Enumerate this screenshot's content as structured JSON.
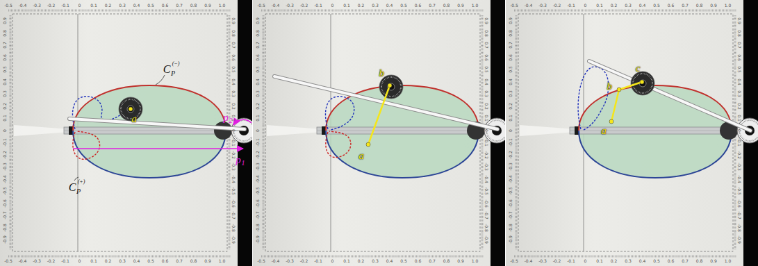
{
  "diagram": {
    "labels": [
      "-0.5",
      "-0.4",
      "-0.3",
      "-0.2",
      "-0.1",
      "0",
      "0.1",
      "0.2",
      "0.3",
      "0.4",
      "0.5",
      "0.6",
      "0.7",
      "0.8",
      "0.9",
      "1.0",
      "-0.5",
      "-0.4",
      "-0.3",
      "-0.2",
      "-0.1",
      "0",
      "0.1",
      "0.2",
      "0.3",
      "0.4",
      "0.5",
      "0.6",
      "0.7",
      "0.8",
      "0.9",
      "1.0",
      "0.9",
      "0.8",
      "0.7",
      "0.6",
      "0.5",
      "0.4",
      "0.3",
      "0.2",
      "0.1",
      "0",
      "-0.1",
      "-0.2",
      "-0.3",
      "-0.4",
      "-0.5",
      "-0.6",
      "-0.7",
      "-0.8",
      "-0.9",
      "0.9",
      "0.8",
      "0.7",
      "0.6",
      "0.5",
      "0.4",
      "0.3",
      "0.2",
      "0.1",
      "0",
      "-0.1",
      "-0.2",
      "-0.3",
      "-0.4",
      "-0.5",
      "-0.6",
      "-0.7",
      "-0.8",
      "-0.9",
      "C",
      "P",
      "(−)",
      "C",
      "P",
      "(+)",
      "p",
      "2",
      "p",
      "1",
      "a",
      "-0.5",
      "-0.4",
      "-0.3",
      "-0.2",
      "-0.1",
      "0",
      "0.1",
      "0.2",
      "0.3",
      "0.4",
      "0.5",
      "0.6",
      "0.7",
      "0.8",
      "0.9",
      "1.0",
      "-0.5",
      "-0.4",
      "-0.3",
      "-0.2",
      "-0.1",
      "0",
      "0.1",
      "0.2",
      "0.3",
      "0.4",
      "0.5",
      "0.6",
      "0.7",
      "0.8",
      "0.9",
      "1.0",
      "0.9",
      "0.8",
      "0.7",
      "0.6",
      "0.5",
      "0.4",
      "0.3",
      "0.2",
      "0.1",
      "0",
      "-0.1",
      "-0.2",
      "-0.3",
      "-0.4",
      "-0.5",
      "-0.6",
      "-0.7",
      "-0.8",
      "-0.9",
      "0.9",
      "0.8",
      "0.7",
      "0.6",
      "0.5",
      "0.4",
      "0.3",
      "0.2",
      "0.1",
      "0",
      "-0.1",
      "-0.2",
      "-0.3",
      "-0.4",
      "-0.5",
      "-0.6",
      "-0.7",
      "-0.8",
      "-0.9",
      "b",
      "a",
      "-0.5",
      "-0.4",
      "-0.3",
      "-0.2",
      "-0.1",
      "0",
      "0.1",
      "0.2",
      "0.3",
      "0.4",
      "0.5",
      "0.6",
      "0.7",
      "0.8",
      "0.9",
      "1.0",
      "-0.5",
      "-0.4",
      "-0.3",
      "-0.2",
      "-0.1",
      "0",
      "0.1",
      "0.2",
      "0.3",
      "0.4",
      "0.5",
      "0.6",
      "0.7",
      "0.8",
      "0.9",
      "1.0",
      "0.9",
      "0.8",
      "0.7",
      "0.6",
      "0.5",
      "0.4",
      "0.3",
      "0.2",
      "0.1",
      "0",
      "-0.1",
      "-0.2",
      "-0.3",
      "-0.4",
      "-0.5",
      "-0.6",
      "-0.7",
      "-0.8",
      "-0.9",
      "0.9",
      "0.8",
      "0.7",
      "0.6",
      "0.5",
      "0.4",
      "0.3",
      "0.2",
      "0.1",
      "0",
      "-0.1",
      "-0.2",
      "-0.3",
      "-0.4",
      "-0.5",
      "-0.6",
      "-0.7",
      "-0.8",
      "-0.9",
      "c",
      "b",
      "a"
    ]
  }
}
